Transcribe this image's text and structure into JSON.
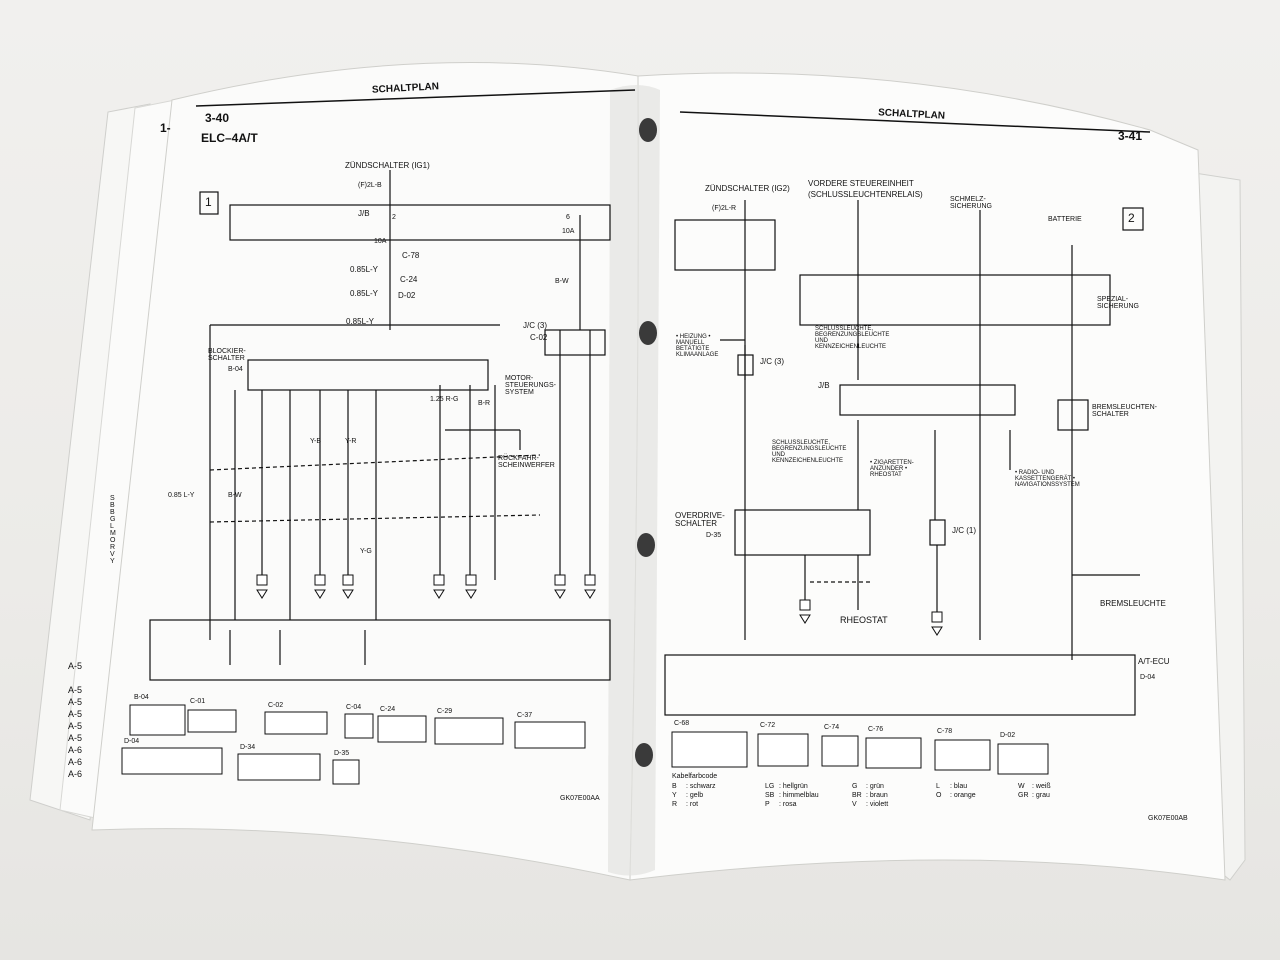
{
  "left_page": {
    "page_number": "3-40",
    "header": "SCHALTPLAN",
    "subtitle": "ELC–4A/T",
    "frame_number": "1",
    "margin_fragment": "1-",
    "index_labels": [
      "A-5",
      "A-5",
      "A-5",
      "A-5",
      "A-5",
      "A-5",
      "A-6",
      "A-6",
      "A-6"
    ],
    "side_letters": "S B B G L M O R V Y",
    "labels": {
      "ignition": "ZÜNDSCHALTER (IG1)",
      "ignition_wire": "(F)2L-B",
      "jb": "J/B",
      "fuse_left": "10A",
      "fuse_right": "10A",
      "fuse_left_no": "2",
      "fuse_right_no": "6",
      "wire_1": "0.85L-Y",
      "wire_2": "0.85L-Y",
      "wire_3": "0.85L-Y",
      "conn_1": "C-78",
      "conn_2": "C-24",
      "conn_3": "D-02",
      "lock_switch": "BLOCKIER-SCHALTER",
      "lock_conn": "B-04",
      "motor_system": "MOTOR-STEUERUNGS-SYSTEM",
      "jc": "J/C (3)",
      "jc_conn": "C-02",
      "reverse_light": "RÜCKFAHR-SCHEINWERFER",
      "bw_left": "B-W",
      "bw_right": "B-W",
      "br": "B-R",
      "rg": "1.25 R-G",
      "yb": "Y-B",
      "yr": "Y-R",
      "yg": "Y-G",
      "lv": "0.85 L-Y",
      "code_id": "GK07E00AA"
    },
    "connectors": [
      "B-04",
      "C-01",
      "C-02",
      "C-04",
      "C-24",
      "C-29",
      "C-37",
      "D-04",
      "D-34",
      "D-35"
    ]
  },
  "right_page": {
    "page_number": "3-41",
    "header": "SCHALTPLAN",
    "frame_number": "2",
    "labels": {
      "ignition": "ZÜNDSCHALTER (IG2)",
      "ignition_wire": "(F)2L-R",
      "front_unit": "VORDERE STEUEREINHEIT",
      "front_unit_sub": "(SCHLUSSLEUCHTENRELAIS)",
      "fusible": "SCHMELZ-SICHERUNG",
      "battery": "BATTERIE",
      "special_fuse": "SPEZIAL-SICHERUNG",
      "heating": "• HEIZUNG • MANUELL BETÄTIGTE KLIMAANLAGE",
      "tail_lights": "SCHLUSSLEUCHTE, BEGRENZUNGSLEUCHTE UND KENNZEICHENLEUCHTE",
      "tail_lights_2": "SCHLUSSLEUCHTE, BEGRENZUNGSLEUCHTE UND KENNZEICHENLEUCHTE",
      "lighter": "• ZIGARETTEN-ANZÜNDER • RHEOSTAT",
      "radio": "• RADIO- UND KASSETTENGERÄT • NAVIGATIONSSYSTEM",
      "brake_switch": "BREMSLEUCHTEN-SCHALTER",
      "overdrive": "OVERDRIVE-SCHALTER",
      "overdrive_conn": "D-35",
      "rheostat": "RHEOSTAT",
      "brake_light": "BREMSLEUCHTE",
      "ecu": "A/T-ECU",
      "ecu_conn": "D-04",
      "jc3": "J/C (3)",
      "jc1": "J/C (1)",
      "jb": "J/B",
      "code_id": "GK07E00AB"
    },
    "connectors": [
      "C-68",
      "C-72",
      "C-74",
      "C-76",
      "C-78",
      "D-02"
    ],
    "color_code_title": "Kabelfarbcode",
    "color_codes": [
      {
        "code": "B",
        "name": ": schwarz"
      },
      {
        "code": "Y",
        "name": ": gelb"
      },
      {
        "code": "R",
        "name": ": rot"
      },
      {
        "code": "LG",
        "name": ": hellgrün"
      },
      {
        "code": "SB",
        "name": ": himmelblau"
      },
      {
        "code": "P",
        "name": ": rosa"
      },
      {
        "code": "G",
        "name": ": grün"
      },
      {
        "code": "BR",
        "name": ": braun"
      },
      {
        "code": "V",
        "name": ": violett"
      },
      {
        "code": "L",
        "name": ": blau"
      },
      {
        "code": "O",
        "name": ": orange"
      },
      {
        "code": "W",
        "name": ": weiß"
      },
      {
        "code": "GR",
        "name": ": grau"
      }
    ]
  }
}
